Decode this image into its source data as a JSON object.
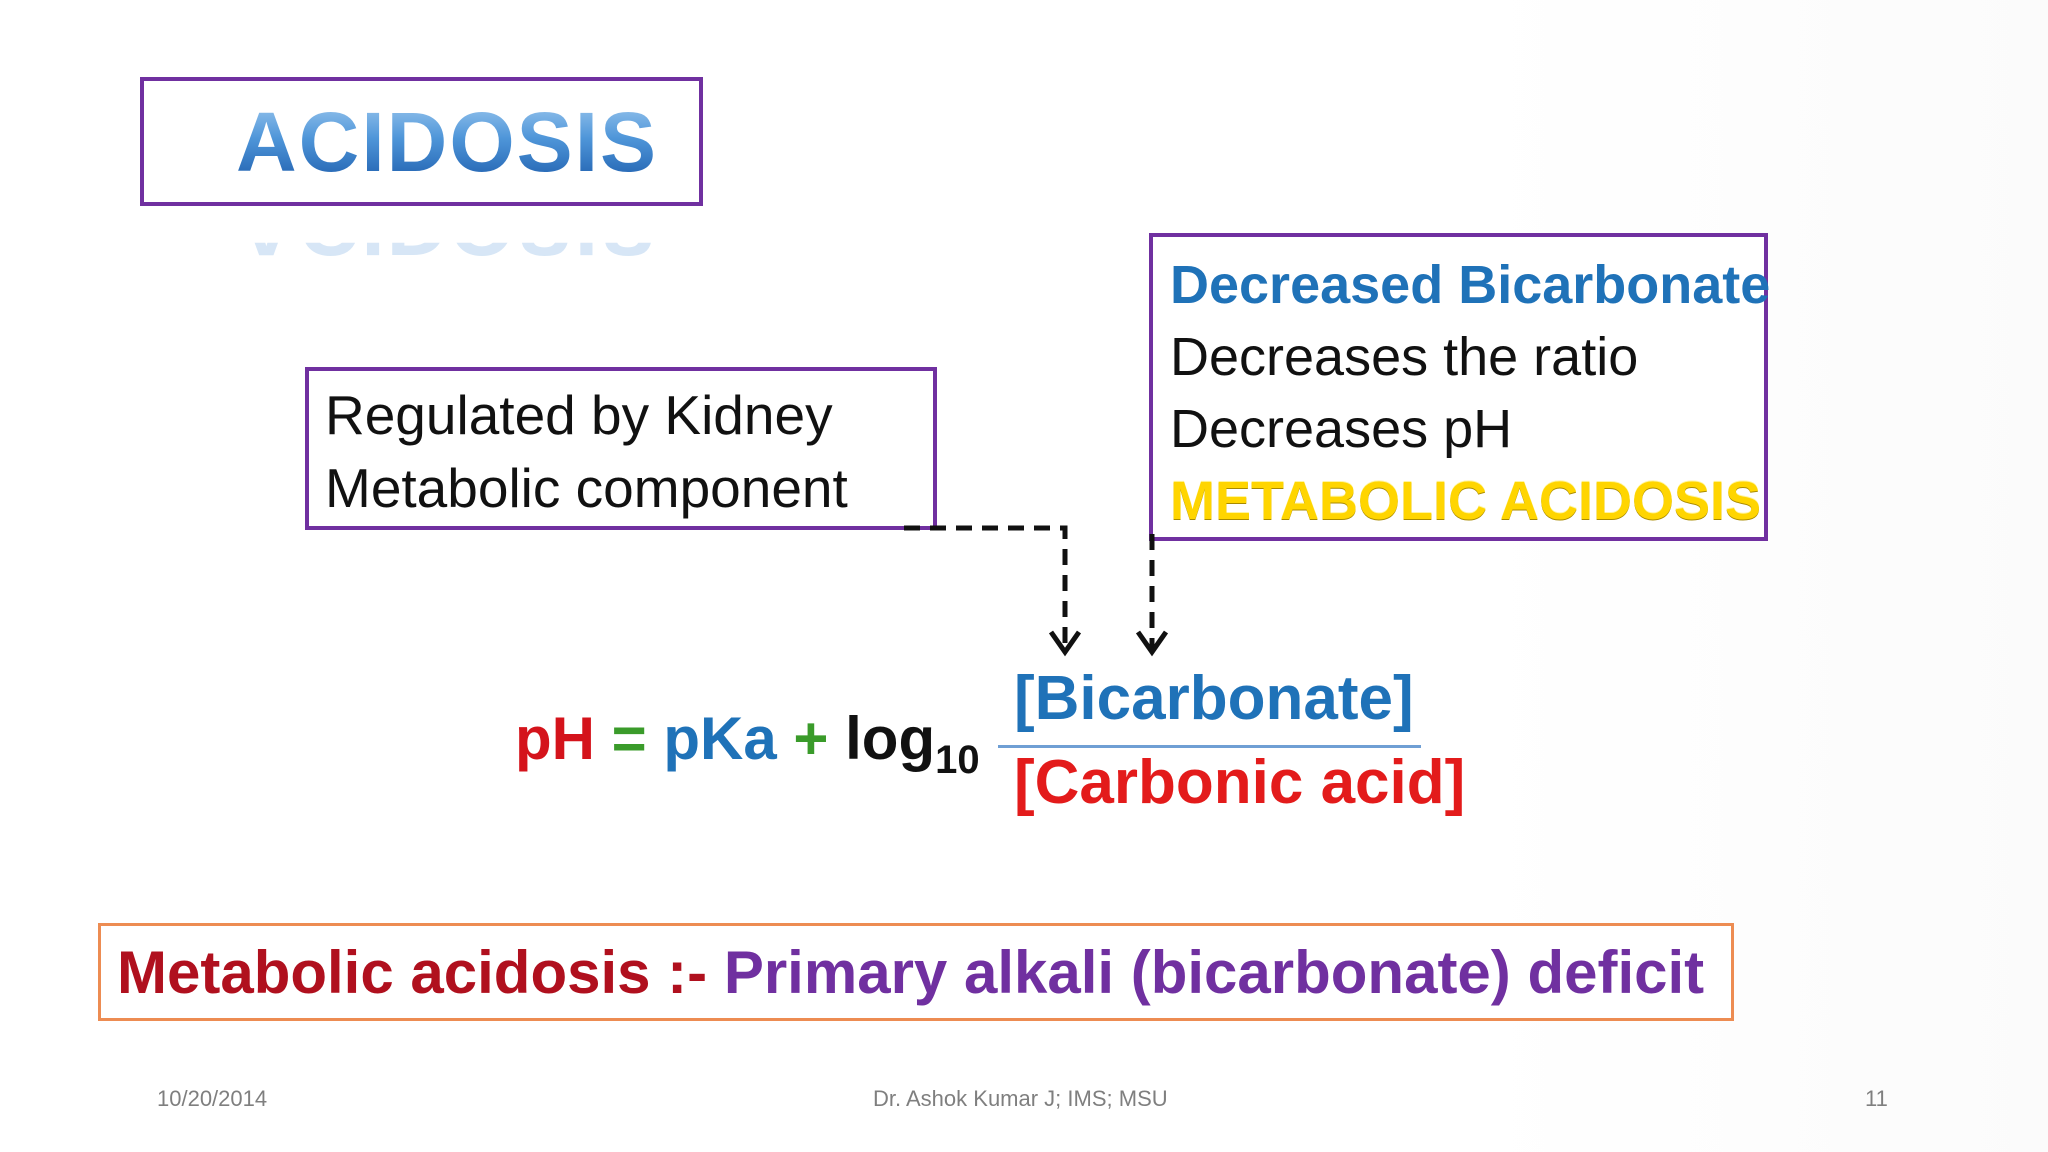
{
  "title": "ACIDOSIS",
  "kidney_box": {
    "line1": "Regulated by Kidney",
    "line2": "Metabolic component"
  },
  "bicarbonate_box": {
    "heading": "Decreased Bicarbonate",
    "line2": "Decreases the ratio",
    "line3": "Decreases pH",
    "highlight": "METABOLIC ACIDOSIS"
  },
  "equation": {
    "ph": "pH",
    "equals": "=",
    "pka": "pKa",
    "plus": "+",
    "log": "log",
    "log_base": "10",
    "numerator": "[Bicarbonate]",
    "denominator": "[Carbonic acid]"
  },
  "definition": {
    "label": "Metabolic acidosis :-",
    "body": "Primary alkali (bicarbonate) deficit"
  },
  "footer": {
    "date": "10/20/2014",
    "author": "Dr. Ashok Kumar J; IMS; MSU",
    "page": "11"
  },
  "colors": {
    "box_border": "#7030a0",
    "definition_border": "#ed8c52",
    "blue": "#1f72b8",
    "red": "#e31b1b",
    "green": "#3a9b2a",
    "purple": "#7030a0",
    "yellow": "#ffd500"
  }
}
